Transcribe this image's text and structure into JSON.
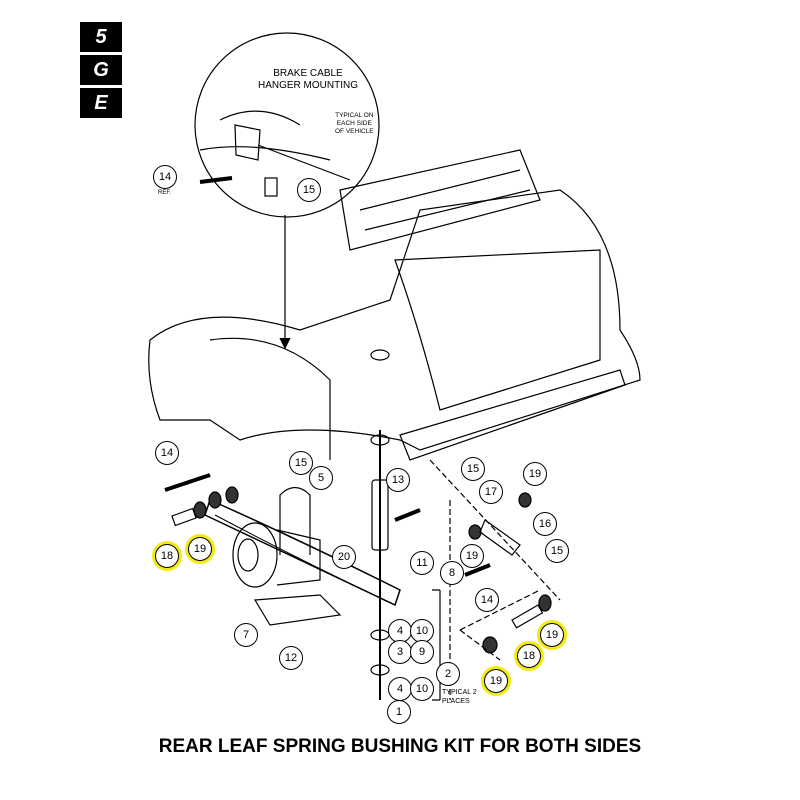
{
  "side_tabs": [
    "5",
    "G",
    "E"
  ],
  "inset": {
    "title_line1": "BRAKE CABLE",
    "title_line2": "HANGER MOUNTING",
    "note_line1": "TYPICAL ON",
    "note_line2": "EACH SIDE",
    "note_line3": "OF VEHICLE",
    "ref_label": "REF."
  },
  "callouts": [
    {
      "label": "14"
    },
    {
      "label": "15"
    },
    {
      "label": "14"
    },
    {
      "label": "15"
    },
    {
      "label": "5"
    },
    {
      "label": "13"
    },
    {
      "label": "15"
    },
    {
      "label": "19"
    },
    {
      "label": "17"
    },
    {
      "label": "16"
    },
    {
      "label": "15"
    },
    {
      "label": "19"
    },
    {
      "label": "8"
    },
    {
      "label": "11"
    },
    {
      "label": "20"
    },
    {
      "label": "14"
    },
    {
      "label": "18"
    },
    {
      "label": "19"
    },
    {
      "label": "7"
    },
    {
      "label": "12"
    },
    {
      "label": "4"
    },
    {
      "label": "10"
    },
    {
      "label": "3"
    },
    {
      "label": "9"
    },
    {
      "label": "4"
    },
    {
      "label": "10"
    },
    {
      "label": "1"
    },
    {
      "label": "2"
    },
    {
      "label": "19"
    },
    {
      "label": "18"
    },
    {
      "label": "19"
    }
  ],
  "typical_note_line1": "TYPICAL 2",
  "typical_note_line2": "PLACES",
  "highlight_color": "#f2ea10",
  "caption": "REAR LEAF SPRING BUSHING KIT FOR BOTH SIDES"
}
